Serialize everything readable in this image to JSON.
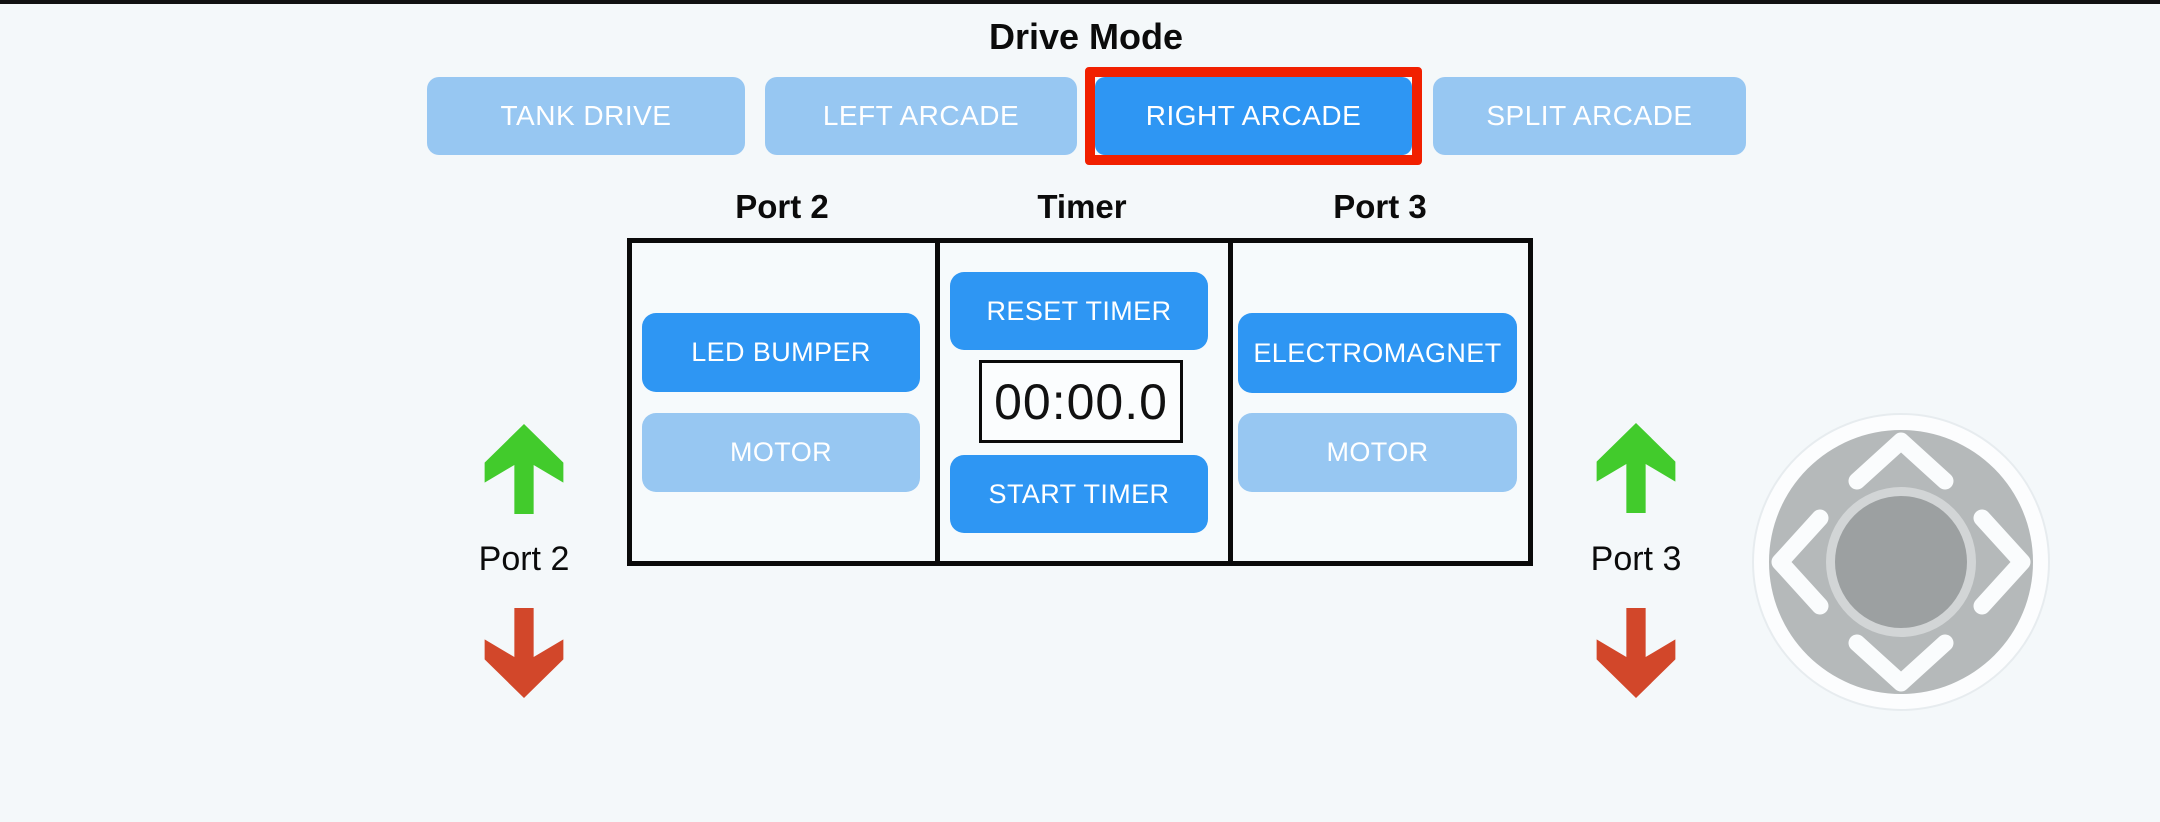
{
  "window": {
    "title": "Drive Mode",
    "background_color": "#f4f8fa",
    "top_border_color": "#111111"
  },
  "colors": {
    "active_blue": "#2e96f3",
    "inactive_blue": "#97c7f2",
    "selected_outline_red": "#f12000",
    "panel_border": "#0a0a0a",
    "arrow_green": "#42cb2c",
    "arrow_red": "#d2472a",
    "joystick_disc_gray": "#b5b9ba",
    "joystick_knob_gray": "#9ca0a1",
    "joystick_ring_gray": "#d2d5d6",
    "chevron_white": "#fafcfd"
  },
  "drive_mode": {
    "title": "Drive Mode",
    "buttons": [
      {
        "label": "TANK DRIVE",
        "state": "inactive",
        "selected": false
      },
      {
        "label": "LEFT ARCADE",
        "state": "inactive",
        "selected": false
      },
      {
        "label": "RIGHT ARCADE",
        "state": "active",
        "selected": true
      },
      {
        "label": "SPLIT ARCADE",
        "state": "inactive",
        "selected": false
      }
    ]
  },
  "panel": {
    "columns": [
      {
        "header": "Port 2",
        "buttons": [
          {
            "label": "LED BUMPER",
            "state": "active"
          },
          {
            "label": "MOTOR",
            "state": "inactive"
          }
        ]
      },
      {
        "header": "Timer",
        "buttons": [
          {
            "label": "RESET TIMER",
            "state": "active"
          },
          {
            "label": "START TIMER",
            "state": "active"
          }
        ],
        "display": {
          "value": "00:00.0"
        }
      },
      {
        "header": "Port 3",
        "buttons": [
          {
            "label": "ELECTROMAGNET",
            "state": "active"
          },
          {
            "label": "MOTOR",
            "state": "inactive"
          }
        ]
      }
    ]
  },
  "port_indicators": [
    {
      "label": "Port 2",
      "up_icon": "green-up-arrow",
      "down_icon": "red-down-arrow"
    },
    {
      "label": "Port 3",
      "up_icon": "green-up-arrow",
      "down_icon": "red-down-arrow"
    }
  ],
  "joystick": {
    "chevrons": [
      "up",
      "left",
      "right",
      "down"
    ],
    "knob": "center-knob"
  }
}
